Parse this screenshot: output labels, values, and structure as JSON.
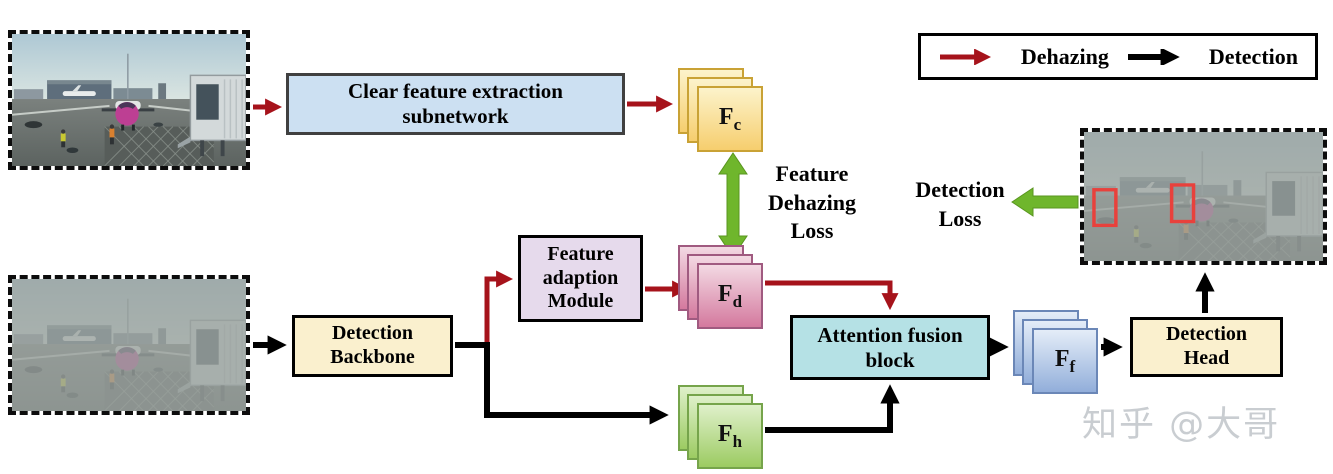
{
  "legend": {
    "dehazing": "Dehazing",
    "detection": "Detection"
  },
  "blocks": {
    "clear_feature_extraction": {
      "line1": "Clear feature extraction",
      "line2": "subnetwork"
    },
    "feature_adaption": {
      "line1": "Feature",
      "line2": "adaption",
      "line3": "Module"
    },
    "detection_backbone": {
      "line1": "Detection",
      "line2": "Backbone"
    },
    "attention_fusion": {
      "line1": "Attention fusion",
      "line2": "block"
    },
    "detection_head": {
      "line1": "Detection",
      "line2": "Head"
    }
  },
  "features": {
    "fc": {
      "base": "F",
      "sub": "c"
    },
    "fd": {
      "base": "F",
      "sub": "d"
    },
    "fh": {
      "base": "F",
      "sub": "h"
    },
    "ff": {
      "base": "F",
      "sub": "f"
    }
  },
  "losses": {
    "feature_dehazing": {
      "line1": "Feature",
      "line2": "Dehazing",
      "line3": "Loss"
    },
    "detection": {
      "line1": "Detection",
      "line2": "Loss"
    }
  },
  "watermark": "知乎 @大哥",
  "colors": {
    "dehazing": "#A6131B",
    "detection": "#000000",
    "loss_green": "#6FB62C",
    "watermark": "#C9CDD1",
    "block_border": "#000000",
    "extraction_fill": "#CCE0F2",
    "extraction_border": "#404040",
    "adaption_fill": "#E6DAEC",
    "backbone_fill": "#FAF0CE",
    "attention_fill": "#B5E1E5",
    "head_fill": "#FAF0CE",
    "fc_light": "#FCF3CB",
    "fc_dark": "#F6CE6E",
    "fc_border": "#C9A235",
    "fd_light": "#F3D9E3",
    "fd_dark": "#D4799E",
    "fd_border": "#A05A80",
    "fh_light": "#DFF0CA",
    "fh_dark": "#9CCB62",
    "fh_border": "#76A44B",
    "ff_light": "#E4EDF8",
    "ff_dark": "#92AEDA",
    "ff_border": "#6B87B7"
  }
}
